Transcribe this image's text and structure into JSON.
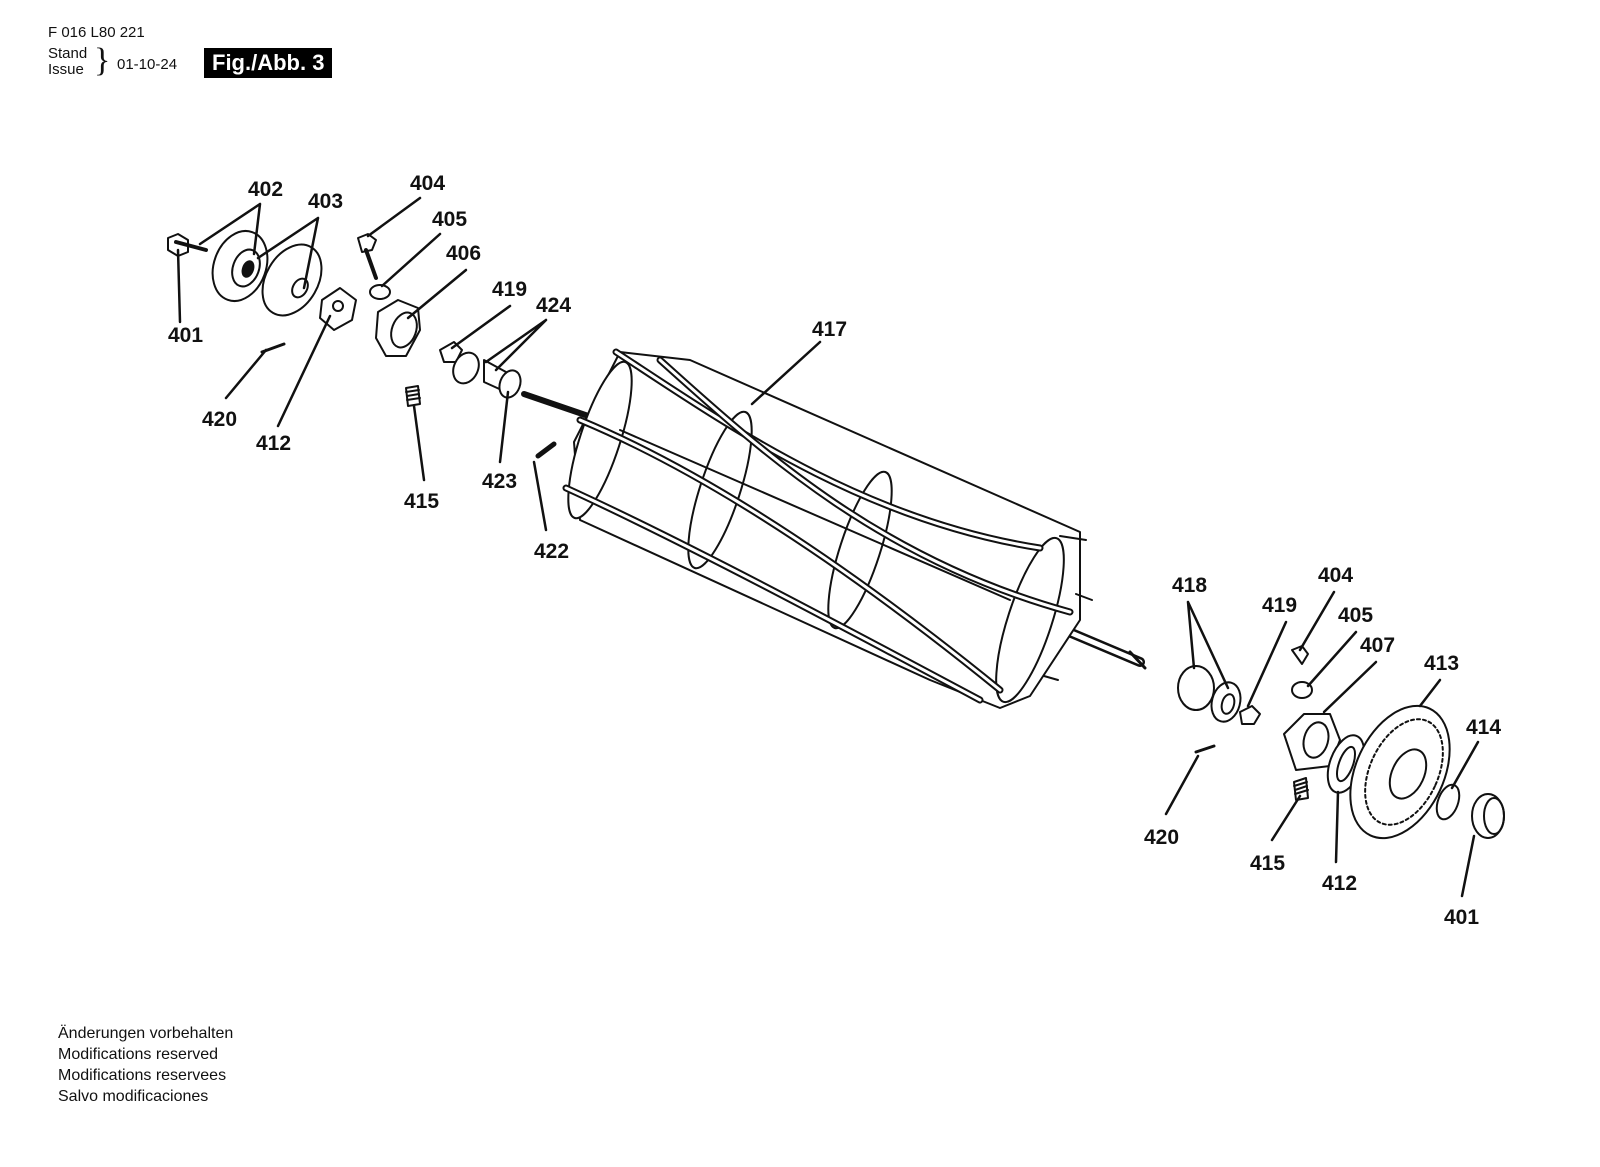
{
  "header": {
    "doc_number": "F 016 L80 221",
    "stand_label": "Stand",
    "issue_label": "Issue",
    "brace": "}",
    "date": "01-10-24",
    "figure_label": "Fig./Abb. 3"
  },
  "callouts": {
    "c401a": "401",
    "c402": "402",
    "c403": "403",
    "c404a": "404",
    "c405a": "405",
    "c406": "406",
    "c419a": "419",
    "c424": "424",
    "c417": "417",
    "c420a": "420",
    "c412a": "412",
    "c415a": "415",
    "c423": "423",
    "c422": "422",
    "c418": "418",
    "c419b": "419",
    "c404b": "404",
    "c405b": "405",
    "c407": "407",
    "c413": "413",
    "c414": "414",
    "c420b": "420",
    "c415b": "415",
    "c412b": "412",
    "c401b": "401"
  },
  "notes": [
    "Änderungen vorbehalten",
    "Modifications reserved",
    "Modifications reservees",
    "Salvo modificaciones"
  ],
  "colors": {
    "ink": "#111111",
    "background": "#ffffff",
    "badge": "#000000"
  }
}
